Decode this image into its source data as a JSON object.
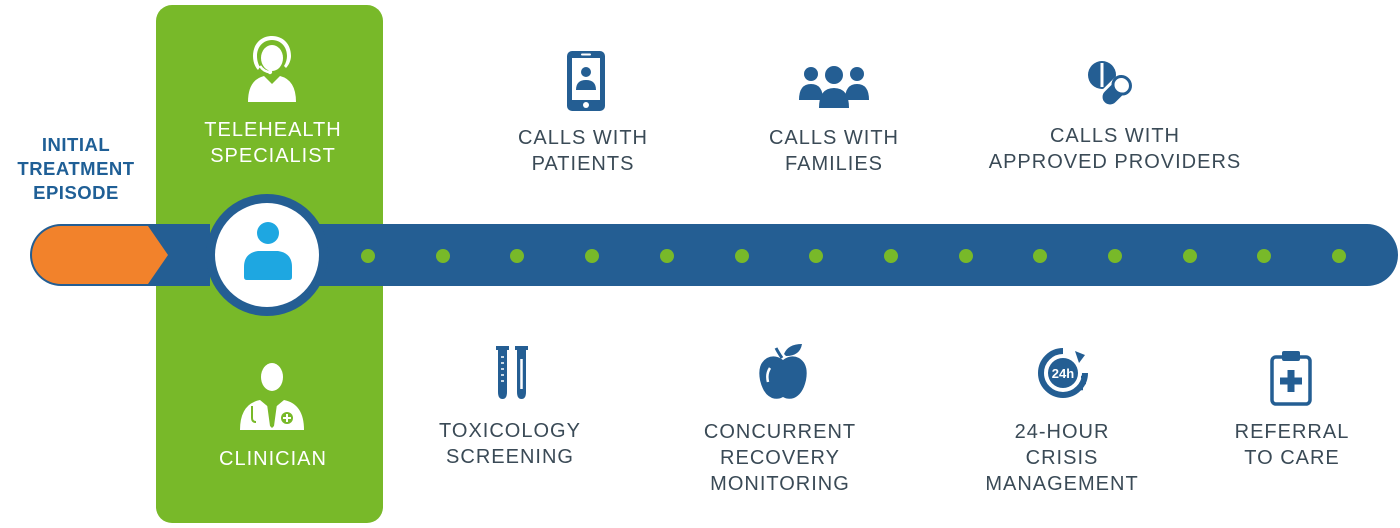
{
  "initial_episode": "INITIAL\nTREATMENT\nEPISODE",
  "specialist_label": "TELEHEALTH\nSPECIALIST",
  "clinician_label": "CLINICIAN",
  "top_services": [
    {
      "label": "CALLS WITH\nPATIENTS",
      "icon": "smartphone-patient-icon"
    },
    {
      "label": "CALLS WITH\nFAMILIES",
      "icon": "family-group-icon"
    },
    {
      "label": "CALLS WITH\nAPPROVED PROVIDERS",
      "icon": "pills-icon"
    }
  ],
  "bottom_services": [
    {
      "label": "TOXICOLOGY\nSCREENING",
      "icon": "test-tubes-icon"
    },
    {
      "label": "CONCURRENT\nRECOVERY\nMONITORING",
      "icon": "apple-icon"
    },
    {
      "label": "24-HOUR\nCRISIS\nMANAGEMENT",
      "icon": "24-hour-icon"
    },
    {
      "label": "REFERRAL\nTO CARE",
      "icon": "clipboard-medical-icon"
    }
  ],
  "icon_24h_text": "24h",
  "colors": {
    "green": "#78b929",
    "blue": "#245e93",
    "orange": "#f2822b",
    "light_blue": "#1ea7e1"
  }
}
